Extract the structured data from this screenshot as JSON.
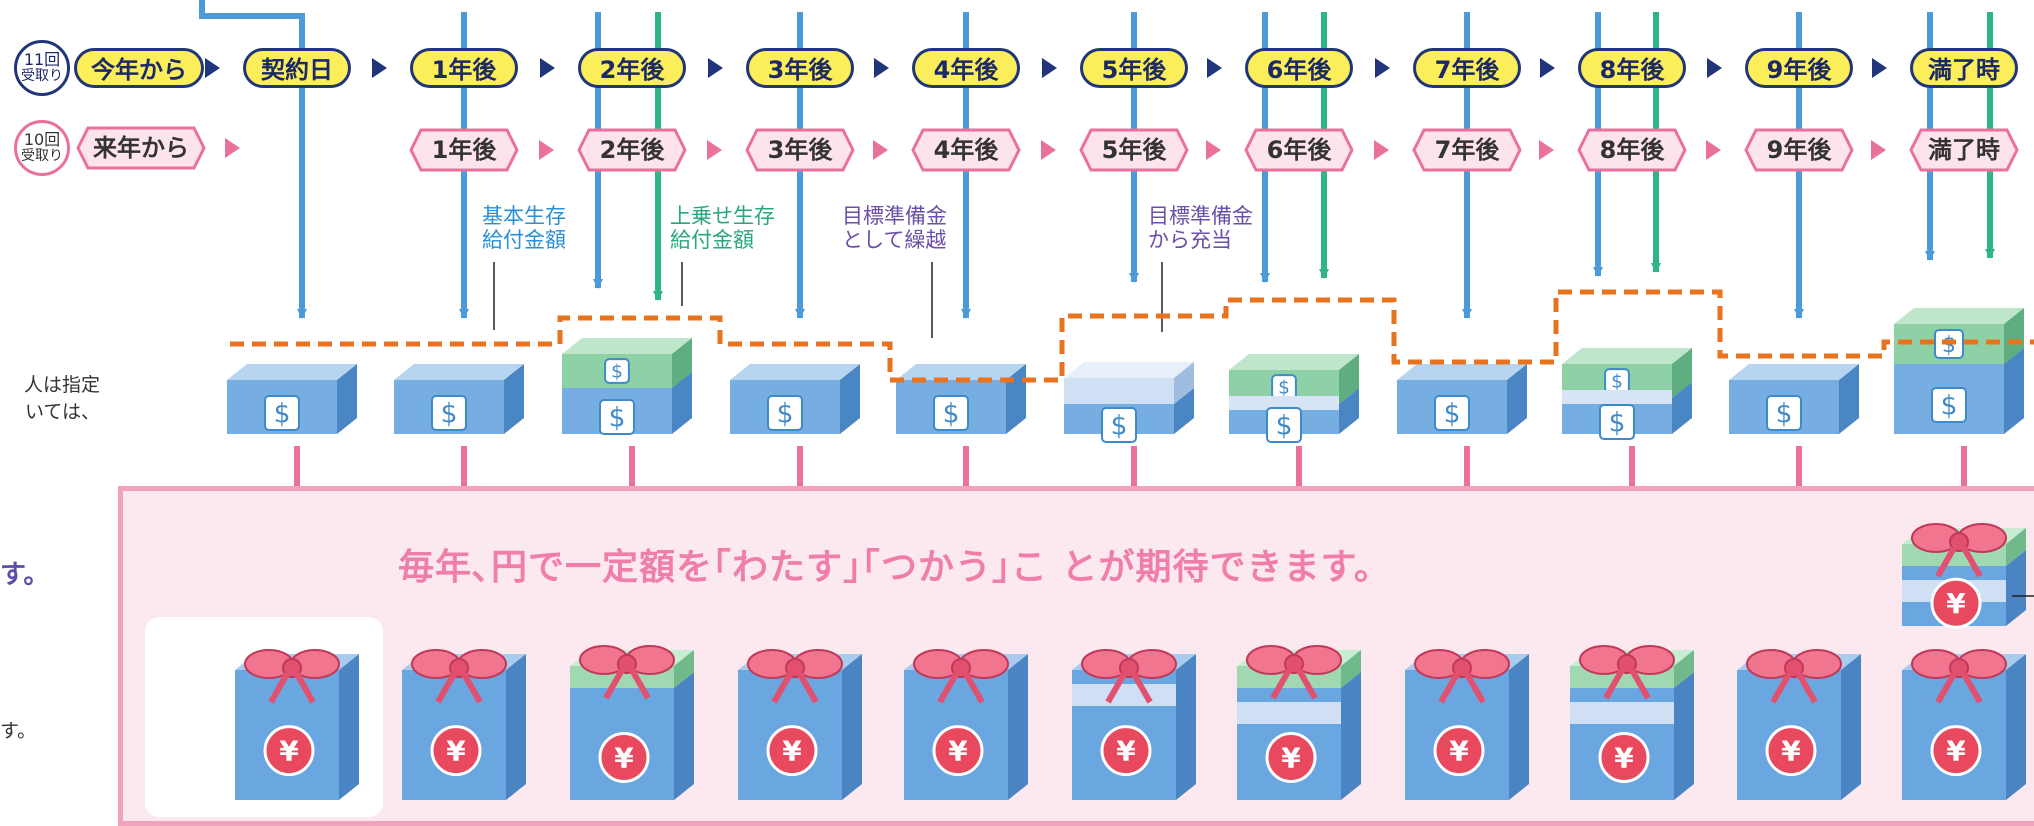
{
  "rows": {
    "row11": {
      "count_label_line1": "11回",
      "count_label_line2": "受取り",
      "start_label": "今年から",
      "steps": [
        "契約日",
        "1年後",
        "2年後",
        "3年後",
        "4年後",
        "5年後",
        "6年後",
        "7年後",
        "8年後",
        "9年後",
        "満了時"
      ]
    },
    "row10": {
      "count_label_line1": "10回",
      "count_label_line2": "受取り",
      "start_label": "来年から",
      "steps": [
        "1年後",
        "2年後",
        "3年後",
        "4年後",
        "5年後",
        "6年後",
        "7年後",
        "8年後",
        "9年後",
        "満了時"
      ]
    }
  },
  "annotations": {
    "basic_line1": "基本生存",
    "basic_line2": "給付金額",
    "extra_line1": "上乗せ生存",
    "extra_line2": "給付金額",
    "carry_line1": "目標準備金",
    "carry_line2": "として繰越",
    "apply_line1": "目標準備金",
    "apply_line2": "から充当"
  },
  "side_text": {
    "line1": "人は指定",
    "line2": "いては、",
    "line3": "す。",
    "line4": "す。"
  },
  "message": "毎年､円で一定額を｢わたす｣｢つかう｣こ とが期待できます。",
  "box_symbol": "$",
  "gift_symbol": "¥",
  "colors": {
    "blue_arrow": "#4c9bd8",
    "green_arrow": "#2eb38a",
    "navy": "#21367a",
    "yellow": "#fcee5a",
    "pink": "#e9719b",
    "orange_dash": "#e8731f",
    "box_blue": "#76aee2",
    "box_green": "#8fd1a7",
    "banner_bg": "#fce9f0",
    "banner_border": "#f1a3bd"
  }
}
